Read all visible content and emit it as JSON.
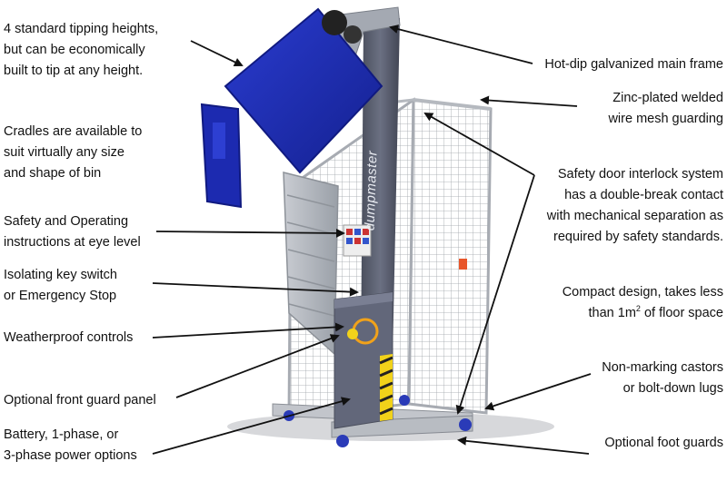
{
  "labels": {
    "tip_heights": [
      "4 standard tipping heights,",
      "but can be economically",
      "built to tip at any height."
    ],
    "cradles": [
      "Cradles are available to",
      "suit virtually any size",
      "and shape of bin"
    ],
    "safety_instructions": [
      "Safety and Operating",
      "instructions at eye level"
    ],
    "key_switch": [
      "Isolating key switch",
      "or Emergency Stop"
    ],
    "weatherproof": [
      "Weatherproof controls"
    ],
    "front_guard": [
      "Optional front guard panel"
    ],
    "power": [
      "Battery, 1-phase, or",
      "3-phase power options"
    ],
    "main_frame": [
      "Hot-dip galvanized main frame"
    ],
    "mesh_guarding": [
      "Zinc-plated welded",
      "wire mesh guarding"
    ],
    "interlock": [
      "Safety door interlock system",
      "has a double-break contact",
      "with mechanical separation as",
      "required by safety standards."
    ],
    "compact": [
      "Compact design, takes less",
      "than 1m",
      "2",
      " of floor space"
    ],
    "castors": [
      "Non-marking castors",
      "or bolt-down lugs"
    ],
    "foot_guards": [
      "Optional foot guards"
    ]
  },
  "machine": {
    "brand": "dumpmaster"
  },
  "colors": {
    "bin_blue": "#1f2fb5",
    "frame_grey": "#5b6070",
    "mesh_silver": "#b9bcc2",
    "hazard_yellow": "#f1d21a",
    "orange_handle": "#e8552a",
    "text": "#111111"
  }
}
